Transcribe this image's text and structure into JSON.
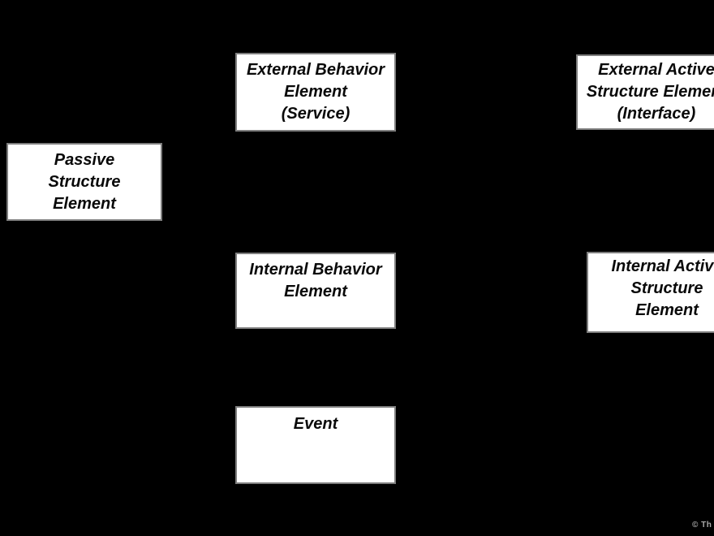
{
  "canvas": {
    "background_color": "#000000",
    "box_fill_color": "#ffffff",
    "box_border_color": "#7e7e7e",
    "box_text_color": "#0a0a0a"
  },
  "boxes": {
    "external_behavior": {
      "label": "External Behavior Element (Service)",
      "lines": [
        "External Behavior",
        "Element",
        "(Service)"
      ]
    },
    "external_active": {
      "label": "External Active Structure Element (Interface)",
      "lines": [
        "External Active",
        "Structure Element",
        "(Interface)"
      ]
    },
    "passive_structure": {
      "label": "Passive Structure Element",
      "lines": [
        "Passive",
        "Structure",
        "Element"
      ]
    },
    "internal_behavior": {
      "label": "Internal Behavior Element",
      "lines": [
        "Internal Behavior",
        "Element"
      ]
    },
    "internal_active": {
      "label": "Internal Active Structure Element",
      "lines": [
        "Internal Active",
        "Structure",
        "Element"
      ]
    },
    "event": {
      "label": "Event",
      "lines": [
        "Event"
      ]
    }
  },
  "watermark": {
    "text": "© Th",
    "color": "#a9a9a9"
  }
}
